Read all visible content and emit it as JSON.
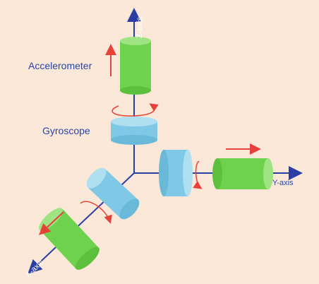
{
  "labels": {
    "accelerometer": "Accelerometer",
    "gyroscope": "Gyroscope",
    "z_axis": "Z-axis",
    "y_axis": "Y-axis",
    "x_axis": "X-axis"
  },
  "colors": {
    "background": "#fbe8d8",
    "axis": "#2b3fa3",
    "accelerometer_body": "#6fd24f",
    "accelerometer_cap": "#9fe482",
    "gyroscope_body": "#7fc9e6",
    "gyroscope_cap": "#aee0f2",
    "arrow": "#e8413a",
    "label_text": "#2a45a8"
  }
}
